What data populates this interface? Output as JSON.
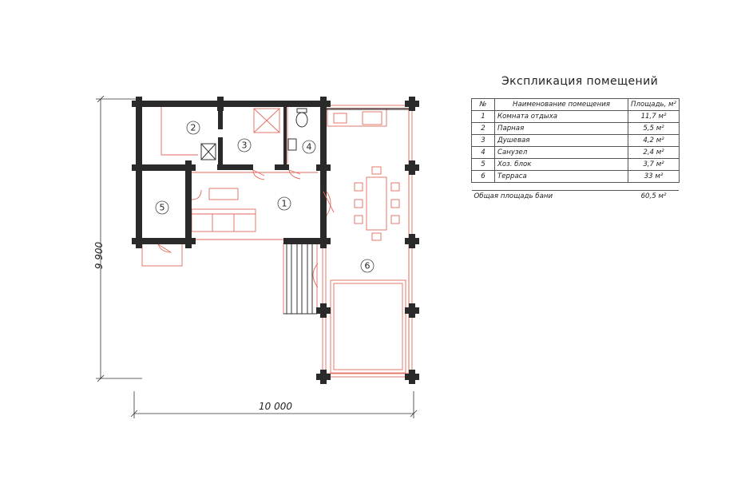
{
  "explication": {
    "title": "Экспликация помещений",
    "headers": {
      "num": "№",
      "name": "Наименование помещения",
      "area": "Площадь, м²"
    },
    "rows": [
      {
        "num": "1",
        "name": "Комната отдыха",
        "area": "11,7 м²"
      },
      {
        "num": "2",
        "name": "Парная",
        "area": "5,5 м²"
      },
      {
        "num": "3",
        "name": "Душевая",
        "area": "4,2 м²"
      },
      {
        "num": "4",
        "name": "Санузел",
        "area": "2,4 м²"
      },
      {
        "num": "5",
        "name": "Хоз. блок",
        "area": "3,7 м²"
      },
      {
        "num": "6",
        "name": "Терраса",
        "area": "33 м²"
      }
    ],
    "total_label": "Общая площадь бани",
    "total_value": "60,5 м²"
  },
  "dimensions": {
    "width": "10 000",
    "height": "9 900"
  },
  "rooms": [
    "1",
    "2",
    "3",
    "4",
    "5",
    "6"
  ],
  "colors": {
    "wall": "#2a2a2a",
    "accent": "#e36a5c"
  }
}
